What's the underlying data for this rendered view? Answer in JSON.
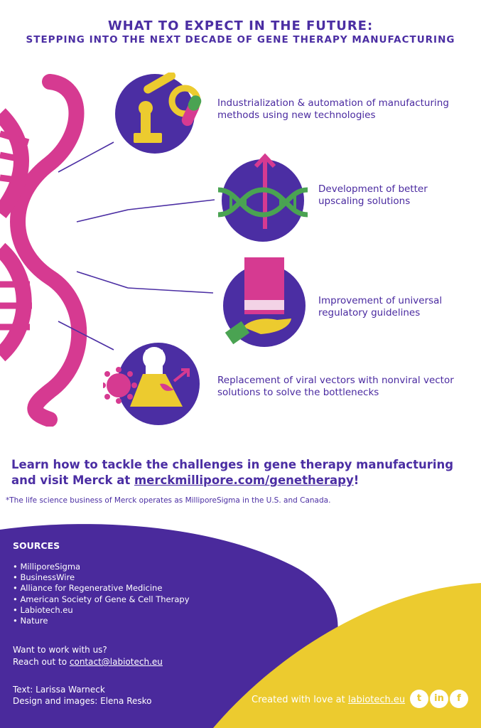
{
  "header": {
    "title": "WHAT TO EXPECT IN THE FUTURE:",
    "subtitle": "STEPPING INTO THE NEXT DECADE OF GENE THERAPY MANUFACTURING"
  },
  "items": [
    {
      "text": "Industrialization & automation of manufacturing methods using new technologies",
      "icon": "robot-arm-icon"
    },
    {
      "text": "Development of better upscaling solutions",
      "icon": "dna-arrow-icon"
    },
    {
      "text": "Improvement of universal regulatory guidelines",
      "icon": "book-hand-icon"
    },
    {
      "text": "Replacement of viral vectors with nonviral vector solutions to solve the bottlenecks",
      "icon": "flask-virus-icon"
    }
  ],
  "cta": {
    "line1": "Learn how to tackle the challenges in gene therapy manufacturing",
    "line2_prefix": "and visit Merck at ",
    "link": "merckmillipore.com/genetherapy",
    "line2_suffix": "!"
  },
  "disclaimer": "*The life science business of Merck operates as MilliporeSigma in the U.S. and Canada.",
  "sources": {
    "title": "SOURCES",
    "items": [
      "• MilliporeSigma",
      "• BusinessWire",
      "• Alliance for Regenerative Medicine",
      "• American Society of Gene & Cell Therapy",
      "• Labiotech.eu",
      "• Nature"
    ]
  },
  "contact": {
    "line1": "Want to work with us?",
    "line2_prefix": "Reach out to ",
    "email": "contact@labiotech.eu"
  },
  "credits": {
    "text": "Text: Larissa Warneck",
    "design": "Design and images: Elena Resko"
  },
  "created": {
    "prefix": "Created with love at ",
    "link": "labiotech.eu"
  },
  "social": {
    "twitter": "t",
    "linkedin": "in",
    "facebook": "f"
  },
  "colors": {
    "purple": "#4b2ea3",
    "magenta": "#d63a91",
    "yellow": "#eccb2f",
    "green": "#4aa352",
    "footer_purple": "#4a2a9c"
  }
}
